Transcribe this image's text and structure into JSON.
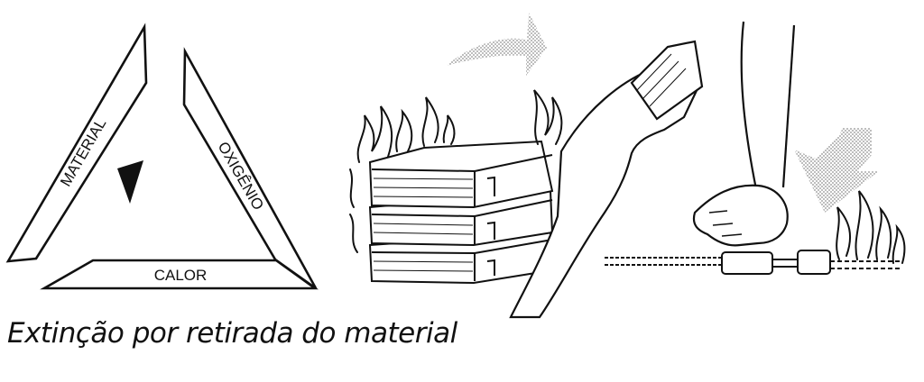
{
  "fire_triangle": {
    "sides": {
      "left": "MATERIAL",
      "right": "OXIGÊNIO",
      "bottom": "CALOR"
    }
  },
  "caption": "Extinção por retirada do material",
  "icons": [
    "arrow-right-icon",
    "arrow-down-icon",
    "flame-icon",
    "book-icon",
    "hand-icon"
  ]
}
